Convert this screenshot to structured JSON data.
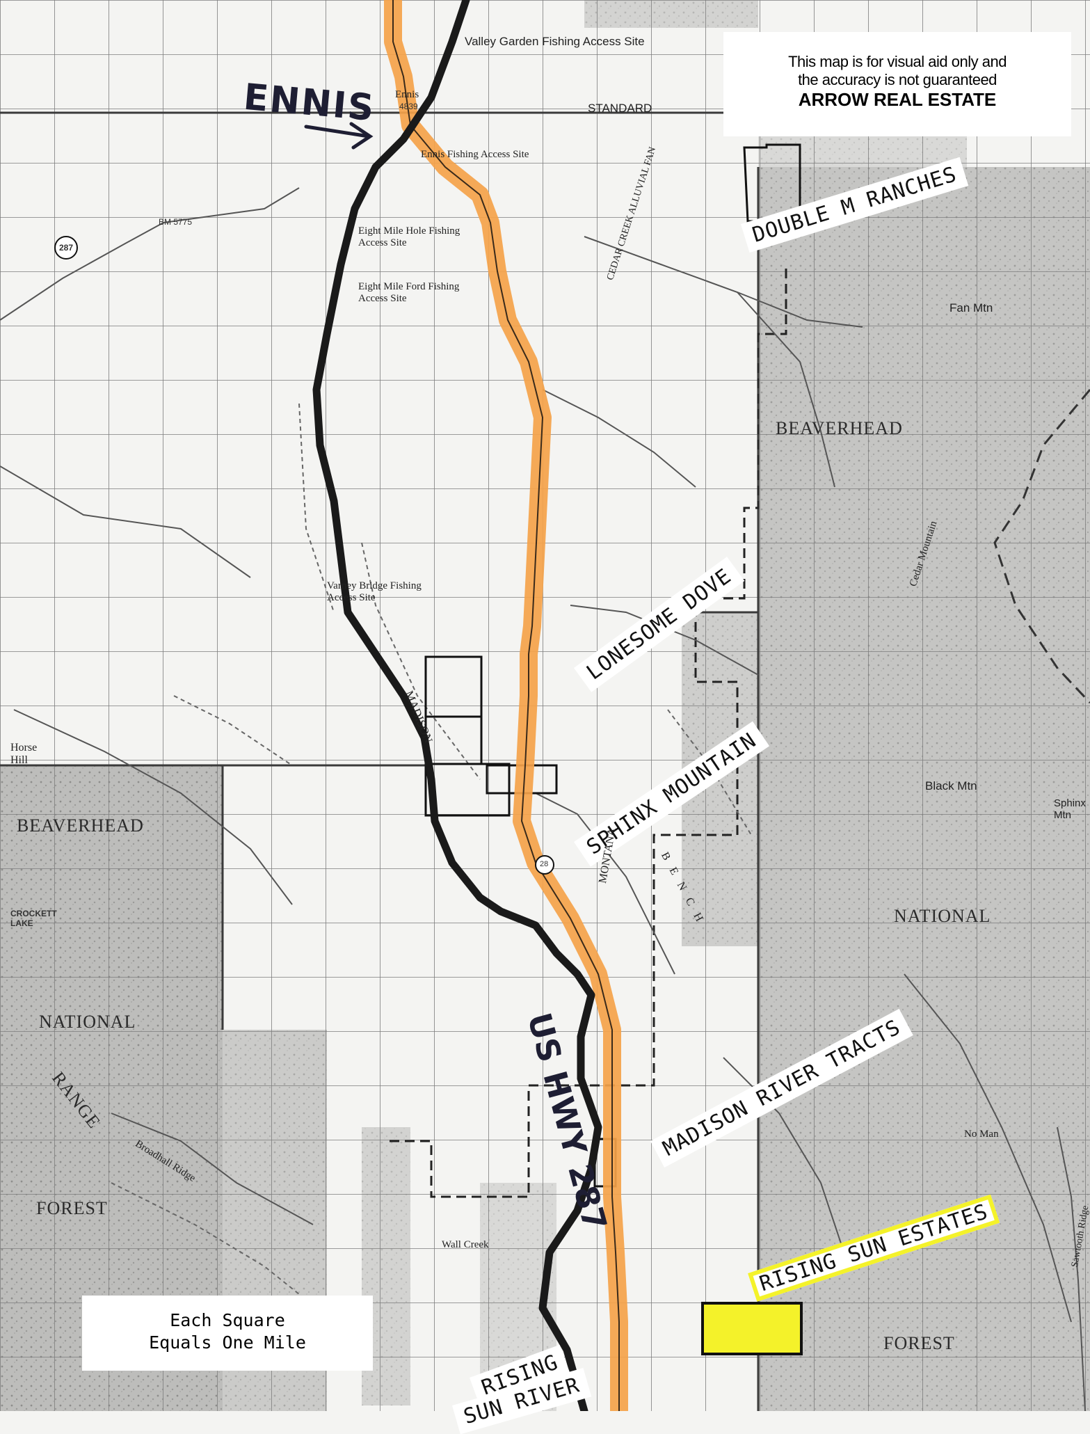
{
  "disclaimer": {
    "line1": "This map is for visual aid only and",
    "line2": "the accuracy is not guaranteed",
    "line3": "ARROW REAL ESTATE"
  },
  "handwritten": {
    "town": "ENNIS",
    "hwy_prefix": "US HWY",
    "hwy_number": "287"
  },
  "tracts": {
    "double_m": "DOUBLE M RANCHES",
    "lonesome_dove": "LONESOME DOVE",
    "sphinx": "SPHINX MOUNTAIN",
    "madison_river": "MADISON RIVER TRACTS",
    "rising_sun": "RISING SUN ESTATES",
    "rising_sun_river_1": "RISING",
    "rising_sun_river_2": "SUN RIVER"
  },
  "scale_note": {
    "line1": "Each Square",
    "line2": "Equals One Mile"
  },
  "map_labels": {
    "valley_garden": "Valley Garden Fishing Access Site",
    "ennis_town": "Ennis",
    "ennis_pop": "4839",
    "standard": "STANDARD",
    "ennis_fishing": "Ennis Fishing Access Site",
    "eight_mile_hole": "Eight Mile Hole Fishing Access Site",
    "eight_mile_ford": "Eight Mile Ford Fishing Access Site",
    "bm5775": "BM 5775",
    "alluvial_fan": "CEDAR CREEK ALLUVIAL FAN",
    "fan_mtn": "Fan Mtn",
    "beaverhead_ne": "BEAVERHEAD",
    "varney_bridge": "Varney Bridge Fishing Access Site",
    "cedar_mountain": "Cedar Mountain",
    "horse_hill": "Horse Hill",
    "beaverhead_w": "BEAVERHEAD",
    "madison": "MADISON",
    "national_e": "NATIONAL",
    "national_w": "NATIONAL",
    "range": "RANGE",
    "forest_w": "FOREST",
    "forest_e": "FOREST",
    "black_mtn": "Black Mtn",
    "sphinx_mtn": "Sphinx Mtn",
    "montana": "MONTANA",
    "bench": "BENCH",
    "broadhall_ridge": "Broadhall Ridge",
    "wall_creek": "Wall Creek",
    "no_man": "No Man",
    "sawtooth_ridge": "Sawtooth Ridge",
    "crockett_lake": "CROCKETT LAKE",
    "shield_287": "287",
    "shield_28": "28"
  },
  "colors": {
    "highway": "#f4a24a",
    "river": "#1a1a1a",
    "highlight": "#f4f22a",
    "grid": "#8a8a8a"
  }
}
